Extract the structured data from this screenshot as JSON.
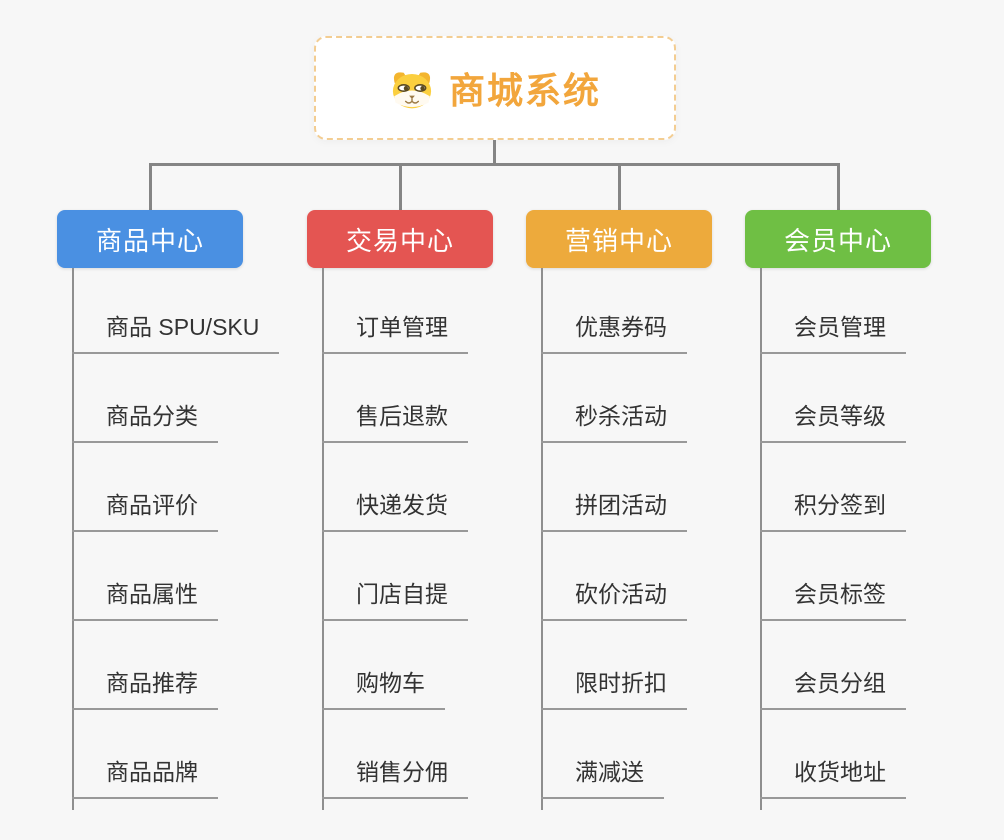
{
  "root": {
    "title": "商城系统",
    "icon": "dog-icon"
  },
  "branches": [
    {
      "label": "商品中心",
      "color": "#4a90e2",
      "children": [
        "商品 SPU/SKU",
        "商品分类",
        "商品评价",
        "商品属性",
        "商品推荐",
        "商品品牌"
      ]
    },
    {
      "label": "交易中心",
      "color": "#e45552",
      "children": [
        "订单管理",
        "售后退款",
        "快递发货",
        "门店自提",
        "购物车",
        "销售分佣"
      ]
    },
    {
      "label": "营销中心",
      "color": "#edaa3c",
      "children": [
        "优惠券码",
        "秒杀活动",
        "拼团活动",
        "砍价活动",
        "限时折扣",
        "满减送"
      ]
    },
    {
      "label": "会员中心",
      "color": "#6fbf44",
      "children": [
        "会员管理",
        "会员等级",
        "积分签到",
        "会员标签",
        "会员分组",
        "收货地址"
      ]
    }
  ],
  "colors": {
    "background": "#f7f7f7",
    "connector": "#858585",
    "leaf_line": "#999999",
    "leaf_text": "#333333",
    "root_border": "#f3cd92",
    "root_title": "#f2a63c"
  }
}
